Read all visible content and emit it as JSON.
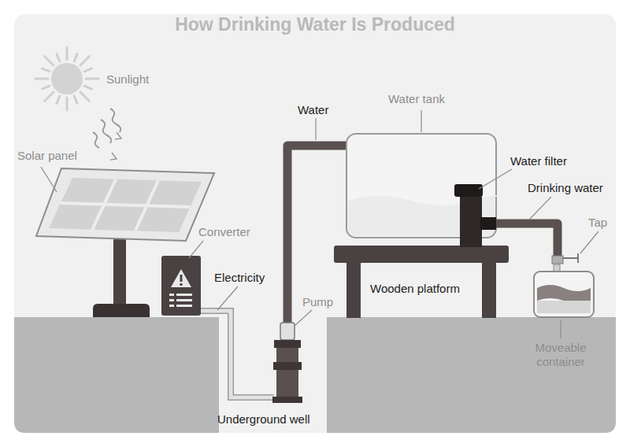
{
  "diagram": {
    "title": "How Drinking Water Is Produced",
    "labels": [
      "Sunlight",
      "Solar panel",
      "Converter",
      "Electricity",
      "Water",
      "Water tank",
      "Water filter",
      "Drinking water",
      "Tap",
      "Pump",
      "Wooden platform",
      "Underground well",
      "Moveable container"
    ]
  }
}
